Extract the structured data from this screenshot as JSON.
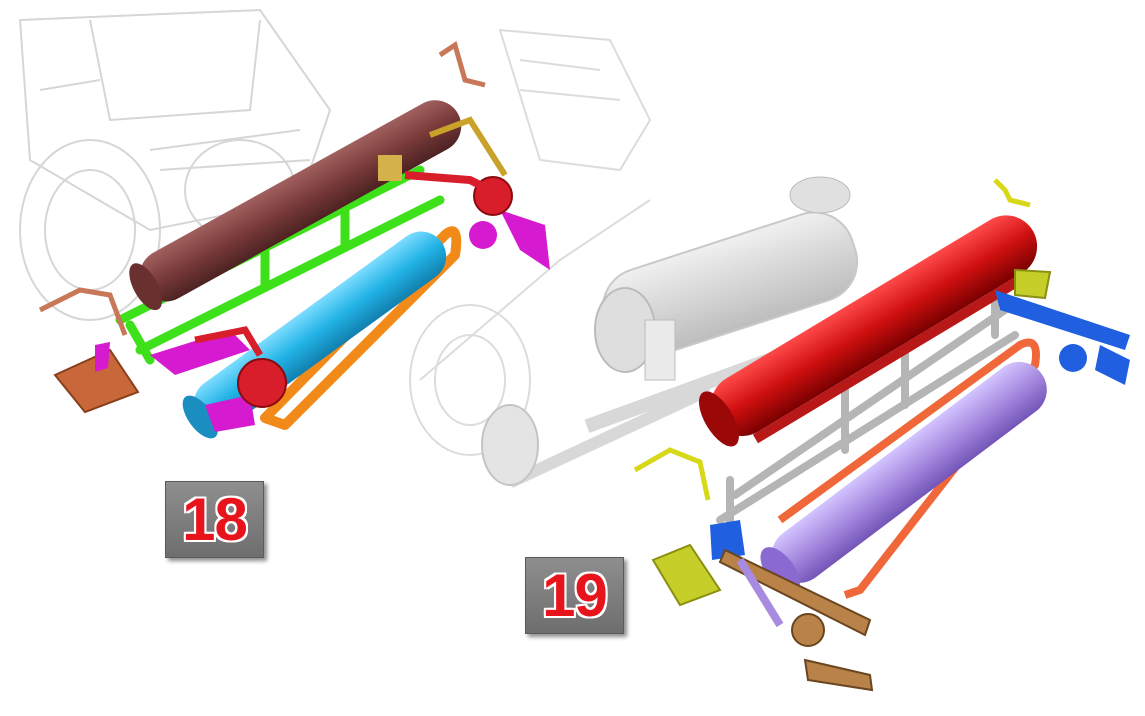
{
  "labels": {
    "left_number": "18",
    "right_number": "19"
  },
  "icons": {
    "left_machine": "seed-drill-attachment-illustration",
    "right_machine": "seed-drill-attachment-with-tractor-illustration"
  },
  "colors": {
    "hopper_left": "#7a3b3b",
    "hopper_right": "#d01010",
    "roller_left": "#22b3e6",
    "roller_right": "#a78be0",
    "frame_left": "#3ee01a",
    "frame_right": "#b8b8b8",
    "tool_left": "#d61ad0",
    "tool_right": "#1f5fe0",
    "bar_orange": "#f28a1a",
    "badge_bg": "#7d7d7d",
    "badge_text": "#e8141c"
  }
}
